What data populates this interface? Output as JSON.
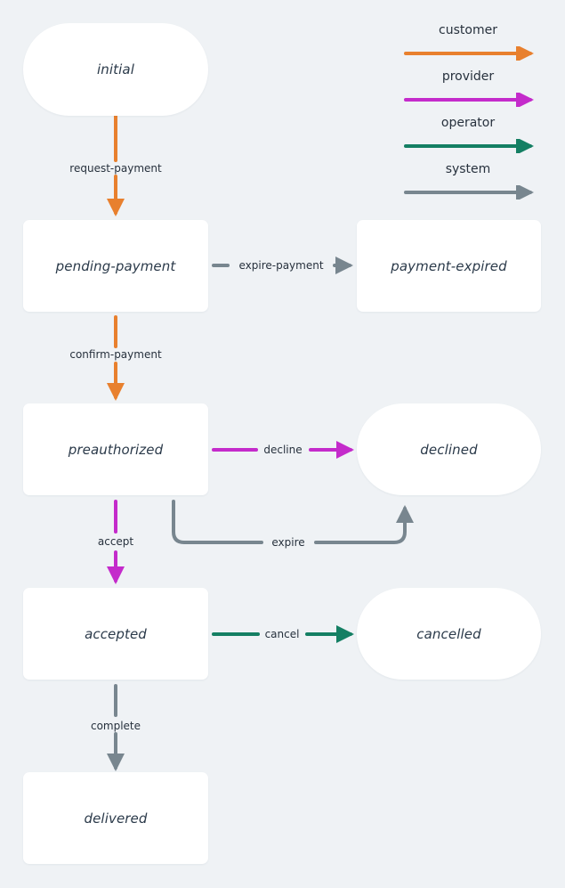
{
  "diagram": {
    "type": "state-machine",
    "title": "",
    "background_color": "#eff2f5",
    "node_fill": "#ffffff",
    "node_text_color": "#2b3a4a",
    "actors": [
      {
        "name": "customer",
        "color": "#e8802e"
      },
      {
        "name": "provider",
        "color": "#c42bcb"
      },
      {
        "name": "operator",
        "color": "#147f63"
      },
      {
        "name": "system",
        "color": "#78868f"
      }
    ],
    "nodes": [
      {
        "id": "initial",
        "label": "initial",
        "shape": "stadium"
      },
      {
        "id": "pending-payment",
        "label": "pending-payment",
        "shape": "rect"
      },
      {
        "id": "payment-expired",
        "label": "payment-expired",
        "shape": "rect"
      },
      {
        "id": "preauthorized",
        "label": "preauthorized",
        "shape": "rect"
      },
      {
        "id": "declined",
        "label": "declined",
        "shape": "stadium"
      },
      {
        "id": "accepted",
        "label": "accepted",
        "shape": "rect"
      },
      {
        "id": "cancelled",
        "label": "cancelled",
        "shape": "stadium"
      },
      {
        "id": "delivered",
        "label": "delivered",
        "shape": "rect"
      }
    ],
    "edges": [
      {
        "label": "request-payment",
        "from": "initial",
        "to": "pending-payment",
        "actor": "customer"
      },
      {
        "label": "expire-payment",
        "from": "pending-payment",
        "to": "payment-expired",
        "actor": "system"
      },
      {
        "label": "confirm-payment",
        "from": "pending-payment",
        "to": "preauthorized",
        "actor": "customer"
      },
      {
        "label": "decline",
        "from": "preauthorized",
        "to": "declined",
        "actor": "provider"
      },
      {
        "label": "expire",
        "from": "preauthorized",
        "to": "declined",
        "actor": "system"
      },
      {
        "label": "accept",
        "from": "preauthorized",
        "to": "accepted",
        "actor": "provider"
      },
      {
        "label": "cancel",
        "from": "accepted",
        "to": "cancelled",
        "actor": "operator"
      },
      {
        "label": "complete",
        "from": "accepted",
        "to": "delivered",
        "actor": "system"
      }
    ]
  },
  "legend": {
    "items": [
      {
        "label": "customer",
        "color": "#e8802e"
      },
      {
        "label": "provider",
        "color": "#c42bcb"
      },
      {
        "label": "operator",
        "color": "#147f63"
      },
      {
        "label": "system",
        "color": "#78868f"
      }
    ]
  }
}
